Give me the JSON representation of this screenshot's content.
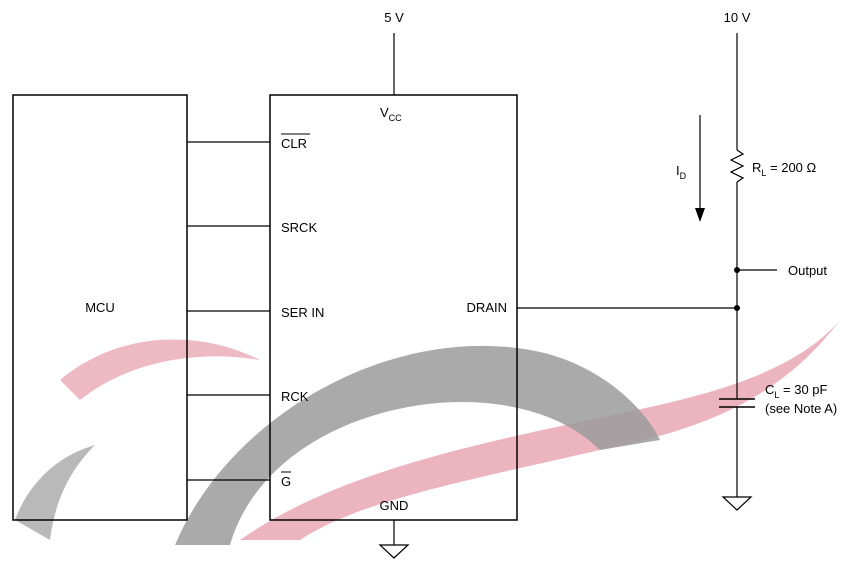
{
  "watermark": {
    "red": "#e8a7b4",
    "gray": "#9b9b9b"
  },
  "supply": {
    "vcc_rail": "5 V",
    "load_rail": "10 V"
  },
  "mcu": {
    "label": "MCU"
  },
  "chip": {
    "vcc_main": "V",
    "vcc_sub": "CC",
    "pins": {
      "clr": "CLR",
      "srck": "SRCK",
      "ser_in": "SER IN",
      "rck": "RCK",
      "g": "G",
      "drain": "DRAIN",
      "gnd": "GND"
    }
  },
  "load": {
    "current_main": "I",
    "current_sub": "D",
    "resistor_main": "R",
    "resistor_sub": "L",
    "resistor_value": " = 200 Ω",
    "output": "Output",
    "cap_main": "C",
    "cap_sub": "L",
    "cap_value": " = 30 pF",
    "note": "(see Note A)"
  }
}
